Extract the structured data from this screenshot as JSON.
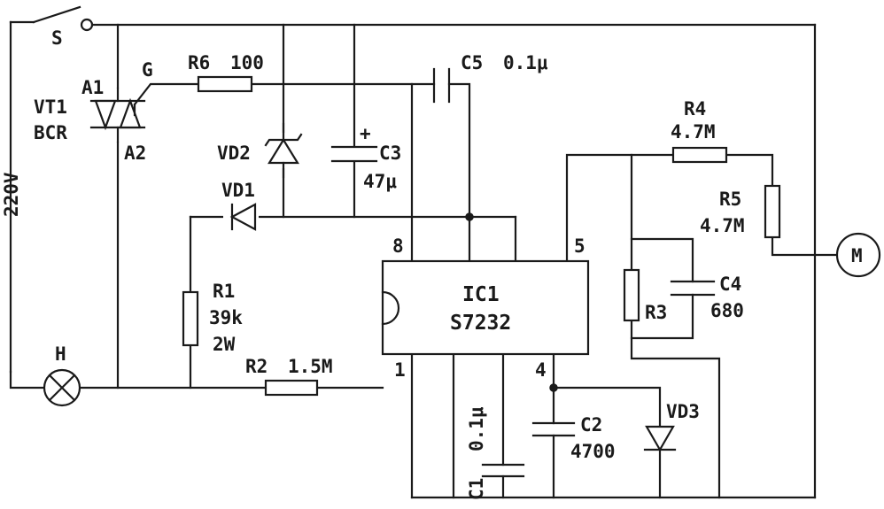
{
  "labels": {
    "switch": "S",
    "mains": "220V",
    "triac_name": "VT1",
    "triac_type": "BCR",
    "triac_a1": "A1",
    "triac_a2": "A2",
    "triac_g": "G",
    "r6_name": "R6",
    "r6_value": "100",
    "c5_name": "C5",
    "c5_value": "0.1μ",
    "vd2_name": "VD2",
    "c3_name": "C3",
    "c3_value": "47μ",
    "c3_polarity": "+",
    "vd1_name": "VD1",
    "r1_name": "R1",
    "r1_value": "39k",
    "r1_power": "2W",
    "lamp_name": "H",
    "r2_name": "R2",
    "r2_value": "1.5M",
    "ic_name": "IC1",
    "ic_type": "S7232",
    "pin8": "8",
    "pin5": "5",
    "pin1": "1",
    "pin4": "4",
    "r4_name": "R4",
    "r4_value": "4.7M",
    "r5_name": "R5",
    "r5_value": "4.7M",
    "motor": "M",
    "c4_name": "C4",
    "c4_value": "680",
    "r3_name": "R3",
    "c1_name": "C1",
    "c1_value": "0.1μ",
    "c2_name": "C2",
    "c2_value": "4700",
    "vd3_name": "VD3"
  }
}
